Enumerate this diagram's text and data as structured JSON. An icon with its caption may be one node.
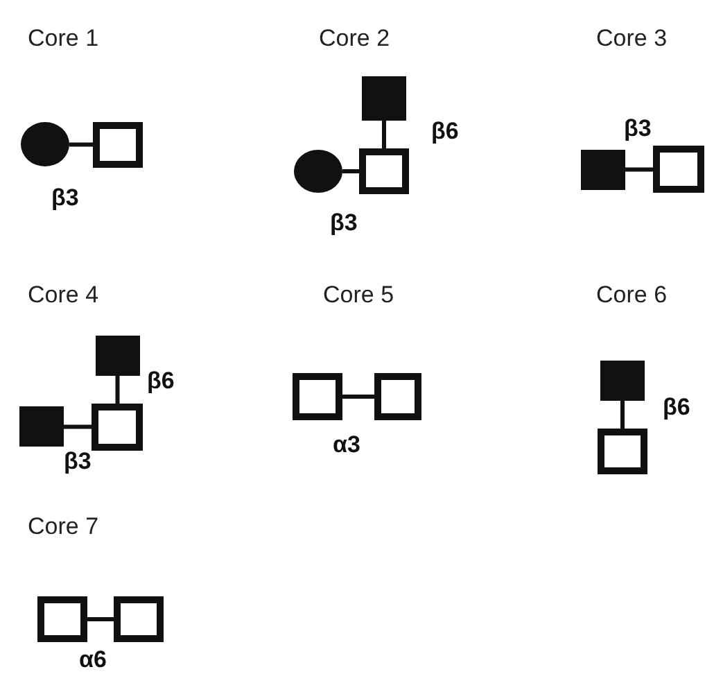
{
  "diagram": {
    "nodes": [
      {
        "text": [],
        "shape": "circle"
      },
      {
        "text": [],
        "shape": "box"
      },
      {
        "text": [],
        "shape": "box"
      },
      {
        "text": [],
        "shape": "circle"
      },
      {
        "text": [],
        "shape": "box"
      },
      {
        "text": [],
        "shape": "box"
      },
      {
        "text": [],
        "shape": "box"
      },
      {
        "text": [],
        "shape": "box"
      },
      {
        "text": [],
        "shape": "box"
      },
      {
        "text": [],
        "shape": "box"
      },
      {
        "text": [],
        "shape": "box"
      },
      {
        "text": [],
        "shape": "box"
      },
      {
        "text": [],
        "shape": "box"
      },
      {
        "text": [],
        "shape": "box"
      },
      {
        "text": [],
        "shape": "box"
      },
      {
        "text": [],
        "shape": "box"
      }
    ],
    "edges": [
      {
        "from": 0,
        "to": 1,
        "arrow": "none",
        "label": "β3"
      },
      {
        "from": 2,
        "to": 4,
        "arrow": "none",
        "label": "β6"
      },
      {
        "from": 3,
        "to": 4,
        "arrow": "none",
        "label": "β3"
      },
      {
        "from": 5,
        "to": 6,
        "arrow": "none",
        "label": "β3"
      },
      {
        "from": 7,
        "to": 9,
        "arrow": "none",
        "label": "β6"
      },
      {
        "from": 8,
        "to": 9,
        "arrow": "none",
        "label": "β3"
      },
      {
        "from": 10,
        "to": 11,
        "arrow": "none",
        "label": "α3"
      },
      {
        "from": 12,
        "to": 13,
        "arrow": "none",
        "label": "β6"
      },
      {
        "from": 14,
        "to": 15,
        "arrow": "none",
        "label": "α6"
      }
    ],
    "labels": [
      "Core 1",
      "Core 2",
      "Core 3",
      "Core 4",
      "Core 5",
      "Core 6",
      "Core 7"
    ]
  }
}
